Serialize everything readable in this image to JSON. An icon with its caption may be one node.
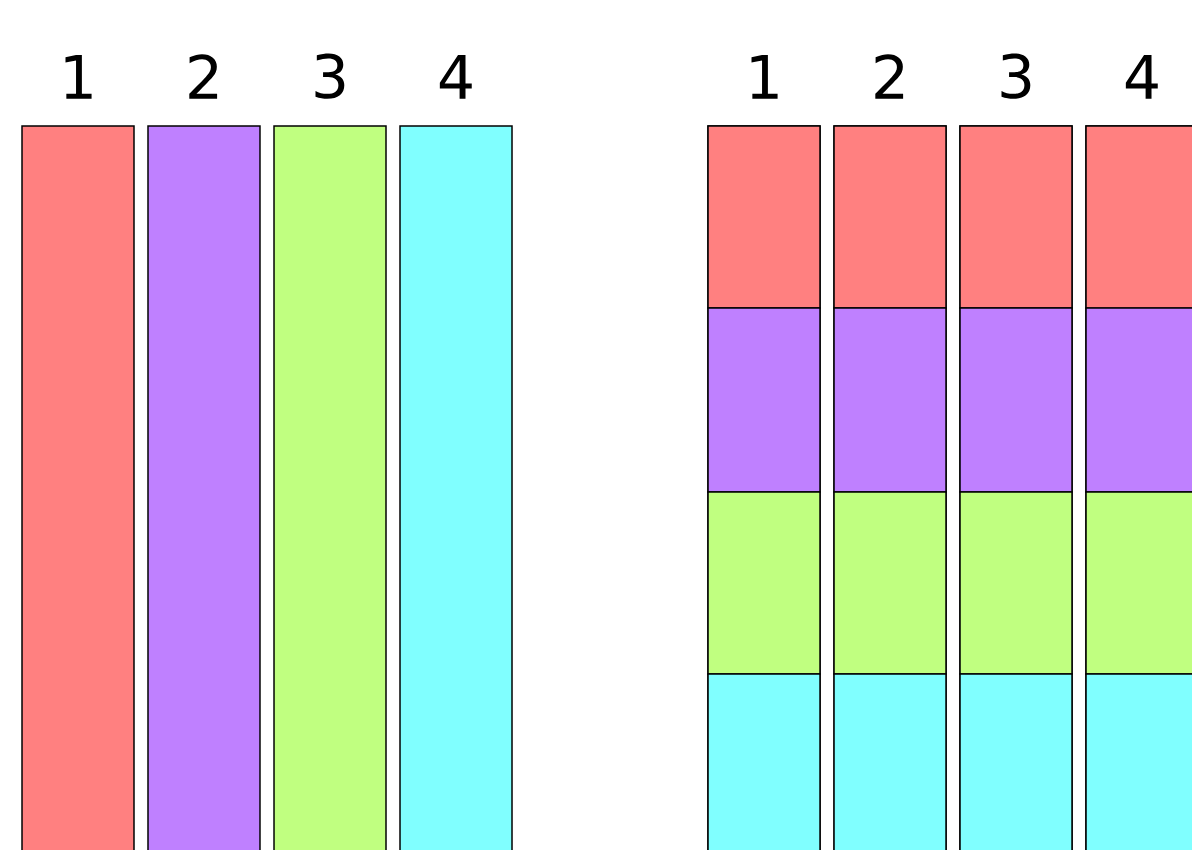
{
  "diagram": {
    "nodes": [
      {
        "text": [
          "1"
        ]
      },
      {
        "text": [
          "2"
        ]
      },
      {
        "text": [
          "3"
        ]
      },
      {
        "text": [
          "4"
        ]
      },
      {
        "text": [
          "1"
        ]
      },
      {
        "text": [],
        "shape": "box",
        "in": 4
      },
      {
        "text": [],
        "shape": "box",
        "in": 4
      },
      {
        "text": [],
        "shape": "box",
        "in": 4
      },
      {
        "text": [],
        "shape": "box",
        "in": 4
      },
      {
        "text": [
          "2"
        ]
      },
      {
        "text": [],
        "shape": "box",
        "in": 9
      },
      {
        "text": [],
        "shape": "box",
        "in": 9
      },
      {
        "text": [],
        "shape": "box",
        "in": 9
      },
      {
        "text": [],
        "shape": "box",
        "in": 9
      },
      {
        "text": [
          "3"
        ]
      },
      {
        "text": [],
        "shape": "box",
        "in": 14
      },
      {
        "text": [],
        "shape": "box",
        "in": 14
      },
      {
        "text": [],
        "shape": "box",
        "in": 14
      },
      {
        "text": [],
        "shape": "box",
        "in": 14
      },
      {
        "text": [
          "4"
        ]
      },
      {
        "text": [],
        "shape": "box",
        "in": 19
      },
      {
        "text": [],
        "shape": "box",
        "in": 19
      },
      {
        "text": [],
        "shape": "box",
        "in": 19
      },
      {
        "text": [],
        "shape": "box",
        "in": 19
      }
    ]
  }
}
